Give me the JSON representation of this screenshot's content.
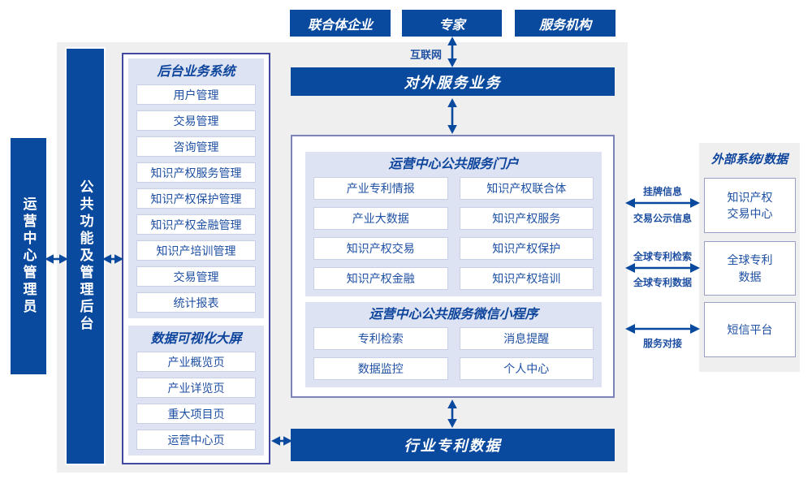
{
  "colors": {
    "primary_blue": "#0a4a9e",
    "panel_lavender": "#dde3f2",
    "text_blue": "#1e50a3",
    "background_grey": "#efeff0"
  },
  "top_actors": {
    "box1": "联合体企业",
    "box2": "专家",
    "box3": "服务机构"
  },
  "internet_label": "互联网",
  "bars": {
    "external_service": "对外服务业务",
    "industry_patent_data": "行业专利数据"
  },
  "side_bars": {
    "operator_admin": "运营中心管理员",
    "public_admin": "公共功能及管理后台"
  },
  "backstage": {
    "title": "后台业务系统",
    "items": [
      "用户管理",
      "交易管理",
      "咨询管理",
      "知识产权服务管理",
      "知识产权保护管理",
      "知识产权金融管理",
      "知识产培训管理",
      "交易管理",
      "统计报表"
    ]
  },
  "dashboard": {
    "title": "数据可视化大屏",
    "items": [
      "产业概览页",
      "产业详览页",
      "重大项目页",
      "运营中心页"
    ]
  },
  "portal": {
    "title": "运营中心公共服务门户",
    "items": [
      "产业专利情报",
      "知识产权联合体",
      "产业大数据",
      "知识产权服务",
      "知识产权交易",
      "知识产权保护",
      "知识产权金融",
      "知识产权培训"
    ]
  },
  "miniprogram": {
    "title": "运营中心公共服务微信小程序",
    "items": [
      "专利检索",
      "消息提醒",
      "数据监控",
      "个人中心"
    ]
  },
  "external": {
    "title": "外部系统/数据",
    "systems": [
      "知识产权\n交易中心",
      "全球专利\n数据",
      "短信平台"
    ],
    "link_labels": {
      "l1_top": "挂牌信息",
      "l1_bottom": "交易公示信息",
      "l2_top": "全球专利检索",
      "l2_bottom": "全球专利数据",
      "l3_bottom": "服务对接"
    }
  }
}
